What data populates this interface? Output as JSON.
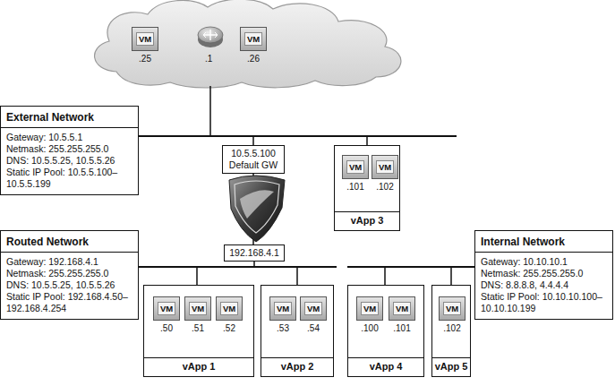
{
  "diagram": {
    "nodes": [
      {
        "text": [
          "VM",
          ".25"
        ]
      },
      {
        "text": [
          "VM",
          ".26"
        ]
      },
      {
        "text": [
          "External Network",
          "Gateway: 10.5.5.1",
          "Netmask: 255.255.255.0",
          "DNS: 10.5.5.25, 10.5.5.26",
          "Static IP Pool: 10.5.5.100– 10.5.5.199"
        ]
      },
      {
        "text": [
          "10.5.5.100",
          "Default GW"
        ]
      },
      {
        "text": [
          "vApp 3"
        ]
      },
      {
        "text": [
          "VM",
          ".101"
        ],
        "in": 4
      },
      {
        "text": [
          "VM",
          ".102"
        ],
        "in": 4
      },
      {
        "text": [
          "192.168.4.1"
        ]
      },
      {
        "text": [
          "Routed Network",
          "Gateway: 192.168.4.1",
          "Netmask: 255.255.255.0",
          "DNS: 10.5.5.25, 10.5.5.26",
          "Static IP Pool: 192.168.4.50– 192.168.4.254"
        ]
      },
      {
        "text": [
          "Internal Network",
          "Gateway: 10.10.10.1",
          "Netmask: 255.255.255.0",
          "DNS: 8.8.8.8, 4.4.4.4",
          "Static IP Pool: 10.10.10.100– 10.10.10.199"
        ]
      },
      {
        "text": [
          "vApp 1"
        ]
      },
      {
        "text": [
          "VM",
          ".50"
        ],
        "in": 10
      },
      {
        "text": [
          "VM",
          ".51"
        ],
        "in": 10
      },
      {
        "text": [
          "VM",
          ".52"
        ],
        "in": 10
      },
      {
        "text": [
          "vApp 2"
        ]
      },
      {
        "text": [
          "VM",
          ".53"
        ],
        "in": 14
      },
      {
        "text": [
          "VM",
          ".54"
        ],
        "in": 14
      },
      {
        "text": [
          "vApp 4"
        ]
      },
      {
        "text": [
          "VM",
          ".100"
        ],
        "in": 17
      },
      {
        "text": [
          "VM",
          ".101"
        ],
        "in": 17
      },
      {
        "text": [
          "vApp 5"
        ]
      },
      {
        "text": [
          "VM",
          ".102"
        ],
        "in": 20
      }
    ],
    "edges": [
      {
        "from": 3,
        "to": 7,
        "arrow": "none"
      }
    ],
    "labels": [
      ".1"
    ]
  }
}
